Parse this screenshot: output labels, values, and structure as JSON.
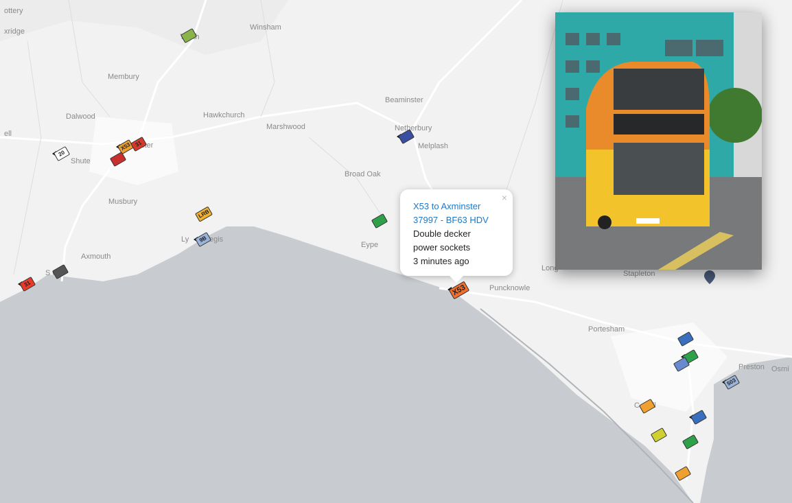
{
  "places": [
    {
      "id": "ottery",
      "text": "ottery"
    },
    {
      "id": "axbridge",
      "text": "xridge"
    },
    {
      "id": "membury",
      "text": "Membury"
    },
    {
      "id": "dalwood",
      "text": "Dalwood"
    },
    {
      "id": "hawkchurch",
      "text": "Hawkchurch"
    },
    {
      "id": "marshwood",
      "text": "Marshwood"
    },
    {
      "id": "winsham",
      "text": "Winsham"
    },
    {
      "id": "thorncombe",
      "text": "T     orth"
    },
    {
      "id": "beaminster",
      "text": "Beaminster"
    },
    {
      "id": "netherbury",
      "text": "Netherbury"
    },
    {
      "id": "melplash",
      "text": "Melplash"
    },
    {
      "id": "broad-oak",
      "text": "Broad Oak"
    },
    {
      "id": "shute",
      "text": "Shute"
    },
    {
      "id": "musbury",
      "text": "Musbury"
    },
    {
      "id": "axmouth",
      "text": "Axmouth"
    },
    {
      "id": "seaton",
      "text": "S     on"
    },
    {
      "id": "lyme",
      "text": "Ly"
    },
    {
      "id": "lyme2",
      "text": "egis"
    },
    {
      "id": "eype",
      "text": "Eype"
    },
    {
      "id": "puncknowle",
      "text": "Puncknowle"
    },
    {
      "id": "portesham",
      "text": "Portesham"
    },
    {
      "id": "preston",
      "text": "Preston"
    },
    {
      "id": "osmington",
      "text": "Osmi"
    },
    {
      "id": "chickerell",
      "text": "C     erell"
    },
    {
      "id": "stapleton",
      "text": "Stapleton"
    },
    {
      "id": "left-ell",
      "text": "ell"
    },
    {
      "id": "axminster",
      "text": "ster"
    },
    {
      "id": "longbredy",
      "text": "Long"
    }
  ],
  "markers": [
    {
      "label": "X53",
      "color": "#f0a030"
    },
    {
      "label": "31",
      "color": "#d43a2a"
    },
    {
      "label": "20",
      "color": "#ffffff"
    },
    {
      "label": "",
      "color": "#c83030"
    },
    {
      "label": "LRB",
      "color": "#f0b030"
    },
    {
      "label": "9B",
      "color": "#9ab3d8"
    },
    {
      "label": "31",
      "color": "#e63a2a"
    },
    {
      "label": "",
      "color": "#555555"
    },
    {
      "label": "",
      "color": "#3a4fa0"
    },
    {
      "label": "",
      "color": "#8ab34a"
    },
    {
      "label": "",
      "color": "#2fa04a"
    },
    {
      "label": "X53",
      "color": "#f07030"
    },
    {
      "label": "",
      "color": "#3a6fc0"
    },
    {
      "label": "",
      "color": "#2fa04a"
    },
    {
      "label": "",
      "color": "#6a8ad0"
    },
    {
      "label": "503",
      "color": "#9ab3d8"
    },
    {
      "label": "",
      "color": "#f0a030"
    },
    {
      "label": "",
      "color": "#d0d030"
    },
    {
      "label": "",
      "color": "#3a6fc0"
    },
    {
      "label": "",
      "color": "#2fa04a"
    },
    {
      "label": "",
      "color": "#f0a030"
    }
  ],
  "popup": {
    "line1": "X53 to Axminster",
    "line2": "37997 - BF63 HDV",
    "line3": "Double decker",
    "line4": "power sockets",
    "line5": "3 minutes ago",
    "close": "×"
  },
  "colors": {
    "sea": "#c8ccd0",
    "land": "#f2f2f2",
    "link": "#1e78c8"
  }
}
